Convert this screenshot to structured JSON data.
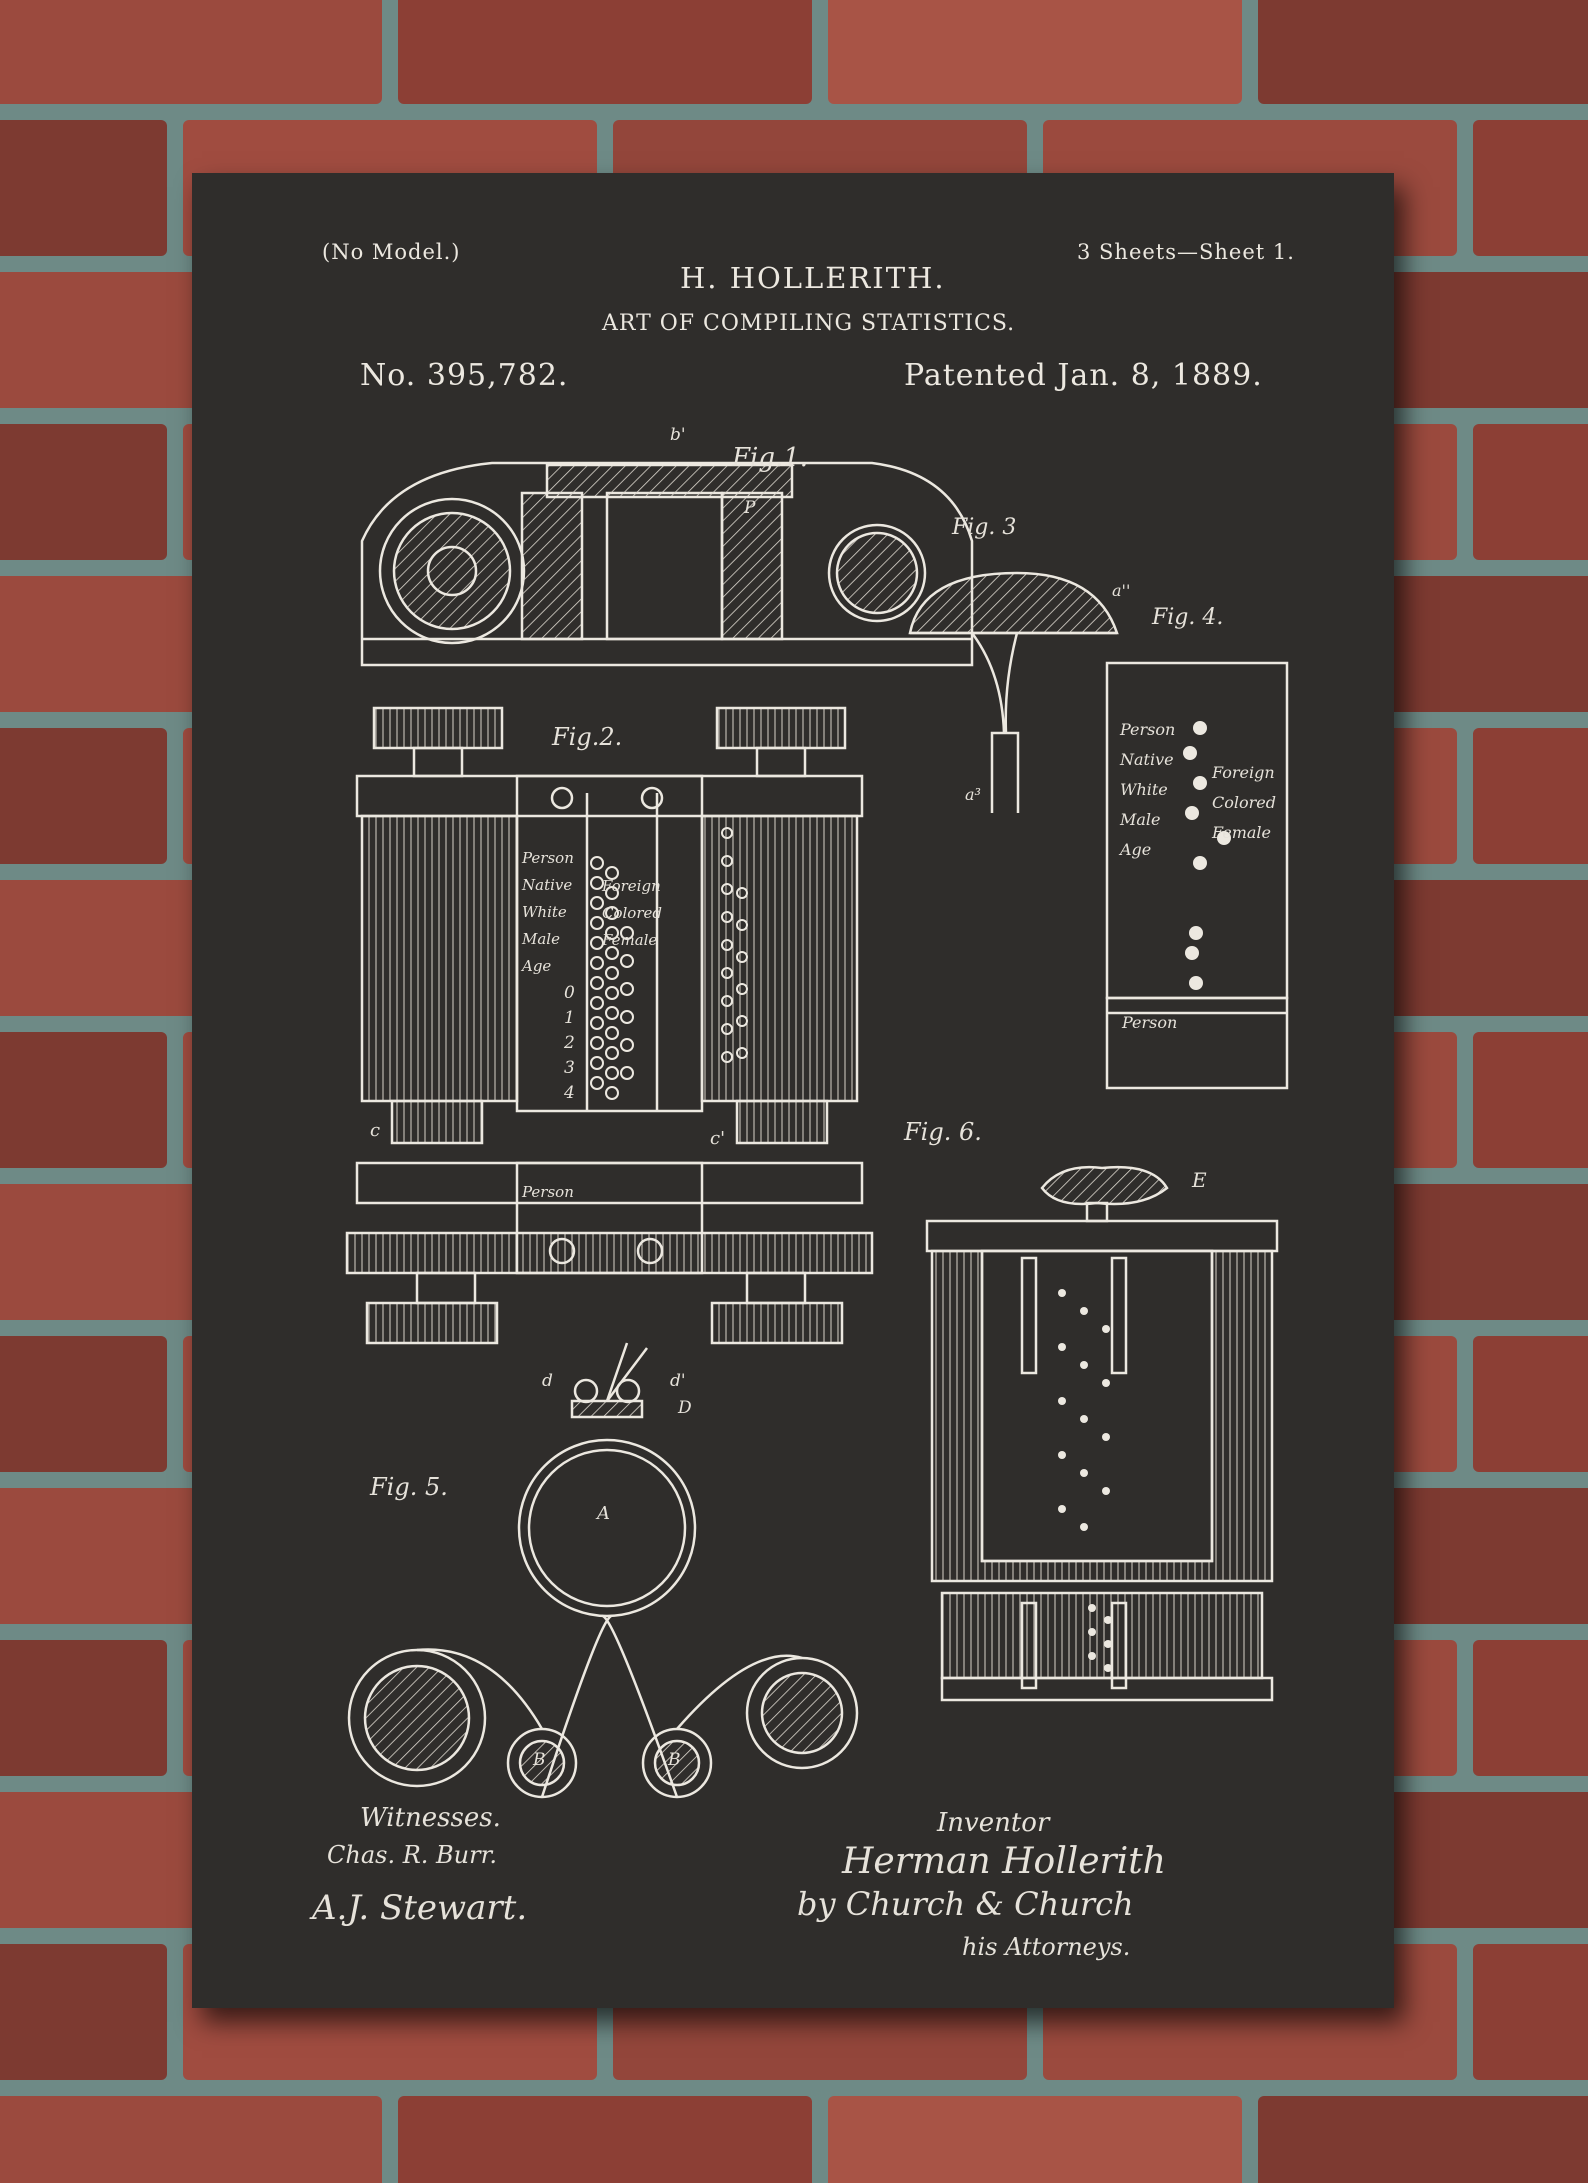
{
  "patent": {
    "no_model": "(No Model.)",
    "sheets": "3 Sheets—Sheet 1.",
    "inventor_name": "H. HOLLERITH.",
    "title": "ART OF COMPILING STATISTICS.",
    "number": "No. 395,782.",
    "date": "Patented Jan. 8, 1889."
  },
  "figures": {
    "fig1": "Fig.1.",
    "fig2": "Fig.2.",
    "fig3": "Fig. 3",
    "fig4": "Fig. 4.",
    "fig5": "Fig. 5.",
    "fig6": "Fig. 6."
  },
  "card_labels": [
    "Person",
    "Native",
    "White",
    "Male",
    "Age"
  ],
  "card_labels_right": [
    "Foreign",
    "Colored",
    "Female"
  ],
  "card_numbers": [
    "0",
    "1",
    "2",
    "3",
    "4"
  ],
  "card_bottom_label": "Person",
  "part_labels": {
    "b_prime": "b'",
    "p": "P",
    "a_double_prime": "a''",
    "a3": "a³",
    "c": "c",
    "c_prime": "c'",
    "e": "E",
    "d": "d",
    "d_prime": "d'",
    "big_d": "D",
    "a": "A",
    "b": "B"
  },
  "signatures": {
    "witnesses_label": "Witnesses.",
    "witness1": "Chas. R. Burr.",
    "witness2": "A.J. Stewart.",
    "inventor_label": "Inventor",
    "inventor_signature": "Herman Hollerith",
    "by_line": "by Church & Church",
    "attorneys": "his Attorneys."
  },
  "colors": {
    "chalkboard": "#2f2d2b",
    "chalk": "#ece8e0",
    "brick": "#9b4a3e",
    "mortar": "#6e8a86"
  }
}
